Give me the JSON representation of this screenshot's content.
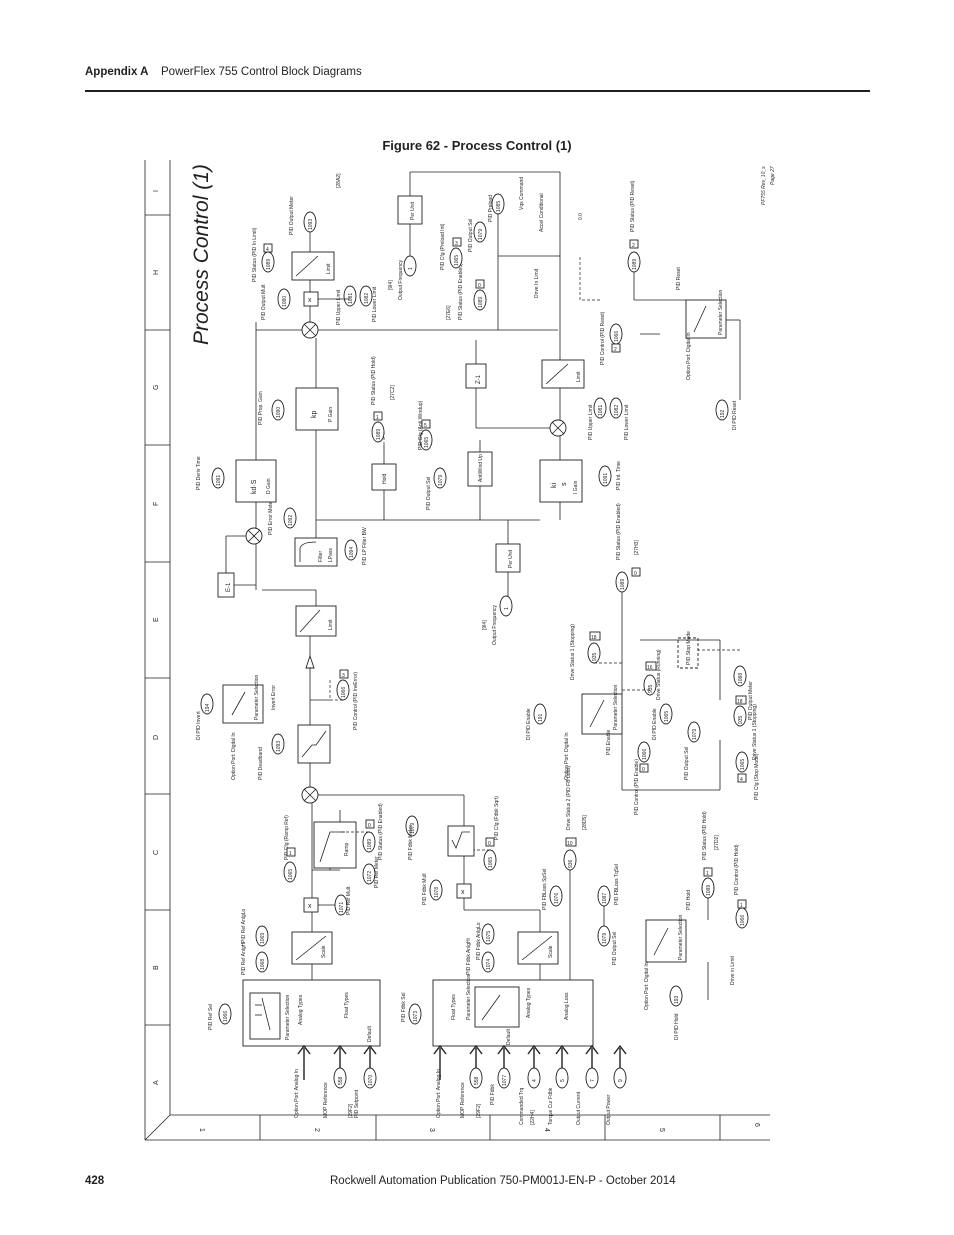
{
  "header": {
    "appendix": "Appendix A",
    "title": "PowerFlex 755 Control Block Diagrams"
  },
  "figure": {
    "title": "Figure 62 - Process Control (1)",
    "diagram_title": "Process Control (1)",
    "rev_note": "PF755 Rev_10_s",
    "page_note": "Page 27"
  },
  "grid": {
    "rows": [
      "A",
      "B",
      "C",
      "D",
      "E",
      "F",
      "G",
      "H",
      "I"
    ],
    "cols": [
      "1",
      "2",
      "3",
      "4",
      "5",
      "6"
    ]
  },
  "labels": {
    "pid_ref_sel": "PID Ref Sel",
    "pid_fdbk_sel": "PID Fdbk Sel",
    "option_port_analog_in": "Option Port: Analog In",
    "mop_reference": "MOP Reference",
    "pid_setpoint": "PID Setpoint",
    "commanded_trq": "Commanded Trq",
    "torque_cur_fdbk": "Torque Cur Fdbk",
    "output_current": "Output Current",
    "output_power": "Output Power",
    "pid_fdbk": "PID Fdbk",
    "analog_types": "Analog Types",
    "float_types": "Float Types",
    "default": "Default",
    "analog_loss": "Analog Loss",
    "parameter_selection": "Parameter Selection",
    "scale": "Scale",
    "pid_ref_anlg_hi": "PID Ref AnlgHi",
    "pid_ref_anlg_lo": "PID Ref AnlgLo",
    "pid_ref_mult": "PID Ref Mult",
    "pid_ref_meter": "PID Ref Meter",
    "pid_fdbk_mult": "PID Fdbk Mult",
    "pid_fdbk_meter": "PID Fdbk Meter",
    "pid_cfg_ramp_ref": "PID Cfg (Ramp Ref)",
    "pid_status_enabled": "PID Status (PID Enabled)",
    "ramp": "Ramp",
    "pid_cfg_fdbk_sqrt": "PID Cfg (Fdbk Sqrt)",
    "drive_status2": "Drive Status 2 (PID FB Loss)",
    "pid_fbloss_spsel": "PID FBLoss SpSel",
    "pid_fbloss_tqsel": "PID FBLoss TqSel",
    "pid_output_sel": "PID Output Sel",
    "pid_deadband": "PID Deadband",
    "invert_error": "Invert Error",
    "pid_control_inv": "PID Control (PID InvError)",
    "di_pid_invert": "DI PID Invert",
    "option_port_digital_in": "Option Port: Digital In",
    "pid_error_meter": "PID Error Meter",
    "pid_lp_filter_bw": "PID LP Filter BW",
    "filter": "Filter",
    "lpass": "LPass",
    "pid_deriv_time": "PID Deriv Time",
    "kd_s": "kd·S",
    "d_gain": "D Gain",
    "pid_prop_gain": "PID Prop. Gain",
    "kp": "kp",
    "p_gain": "P Gain",
    "pid_int_time": "PID Int. Time",
    "ki_s": "ki / s",
    "i_gain": "I Gain",
    "hold": "Hold",
    "antiwind_up": "AntiWind Up",
    "pid_cfg_antiwindup": "PID Cfg (Anti Windup)",
    "pid_status_hold": "PID Status (PID Hold)",
    "pid_upper_limit": "PID Upper Limit",
    "pid_lower_limit": "PID Lower Limit",
    "limit": "Limit",
    "output_frequency": "Output Frequency",
    "per_unit": "Per Unit",
    "pid_output_meter": "PID Output Meter",
    "pid_output_mult": "PID Output Mult",
    "pid_status_in_limit": "PID Status (PID In Limit)",
    "pid_preload": "PID Preload",
    "pid_cfg_preload_int": "PID Cfg (Preload Int)",
    "vqs_command": "Vqs Command",
    "accel_conditional": "Accel Conditional",
    "drive_in_limit": "Drive In Limit",
    "pid_reset": "PID Reset",
    "pid_control_reset": "PID Control (PID Reset)",
    "di_pid_reset": "DI PID Reset",
    "pid_status_reset": "PID Status (PID Reset)",
    "di_pid_enable": "DI PID Enable",
    "pid_enable": "PID Enable",
    "pid_control_enable": "PID Control (PID Enable)",
    "drive_status1_stopping": "Drive Status 1 (Stopping)",
    "drive_status_running": "Drive Status (Running)",
    "pid_stop_mode": "PID Stop Mode",
    "pid_cfg_stop_mode": "PID Cfg (Stop Mode)",
    "di_pid_hold": "DI PID Hold",
    "pid_hold": "PID Hold",
    "drive_in_limit2": "Drive in Limit",
    "pid_control_hold": "PID Control (PID Hold)",
    "zinv": "Z-1",
    "einv": "E-1"
  },
  "params": {
    "p1066": "1066",
    "p1067": "1067",
    "p1068": "1068",
    "p1069": "1069",
    "p1070": "1070",
    "p1071": "1071",
    "p1072": "1072",
    "p1073": "1073",
    "p1074": "1074",
    "p1075": "1075",
    "p1076": "1076",
    "p1077": "1077",
    "p1078": "1078",
    "p1079": "1079",
    "p1080": "1080",
    "p1081": "1081",
    "p1082": "1082",
    "p1083": "1083",
    "p1084": "1084",
    "p1085": "1085",
    "p1086": "1086",
    "p1087": "1087",
    "p1088": "1088",
    "p1089": "1089",
    "p1090": "1090",
    "p1091": "1091",
    "p1092": "1092",
    "p1093": "1093",
    "p1094": "1094",
    "p1095": "1095",
    "p1096": "1096",
    "p1097": "1097",
    "p1": "1",
    "p3": "3",
    "p5": "5",
    "p7": "7",
    "p9": "9",
    "p4": "4",
    "p6": "6",
    "p935": "935",
    "p936": "936",
    "p338": "338",
    "p2": "2",
    "p0": "0",
    "p10": "10",
    "p18": "18",
    "p16": "16",
    "p14": "14",
    "p8": "8"
  },
  "refs": {
    "r28a2": "[28A2]",
    "r29f2": "[29F2]",
    "r22h4": "[22H4]",
    "r27c2": "[27C2]",
    "r27h3": "[27H3]",
    "r28d5": "[28D5]",
    "r27d2": "[27D2]",
    "r27e6": "[27E6]",
    "r9i4": "[9I4]",
    "r9h4": "[9I4]"
  },
  "footer": {
    "page": "428",
    "publication": "Rockwell Automation Publication 750-PM001J-EN-P - October 2014"
  }
}
